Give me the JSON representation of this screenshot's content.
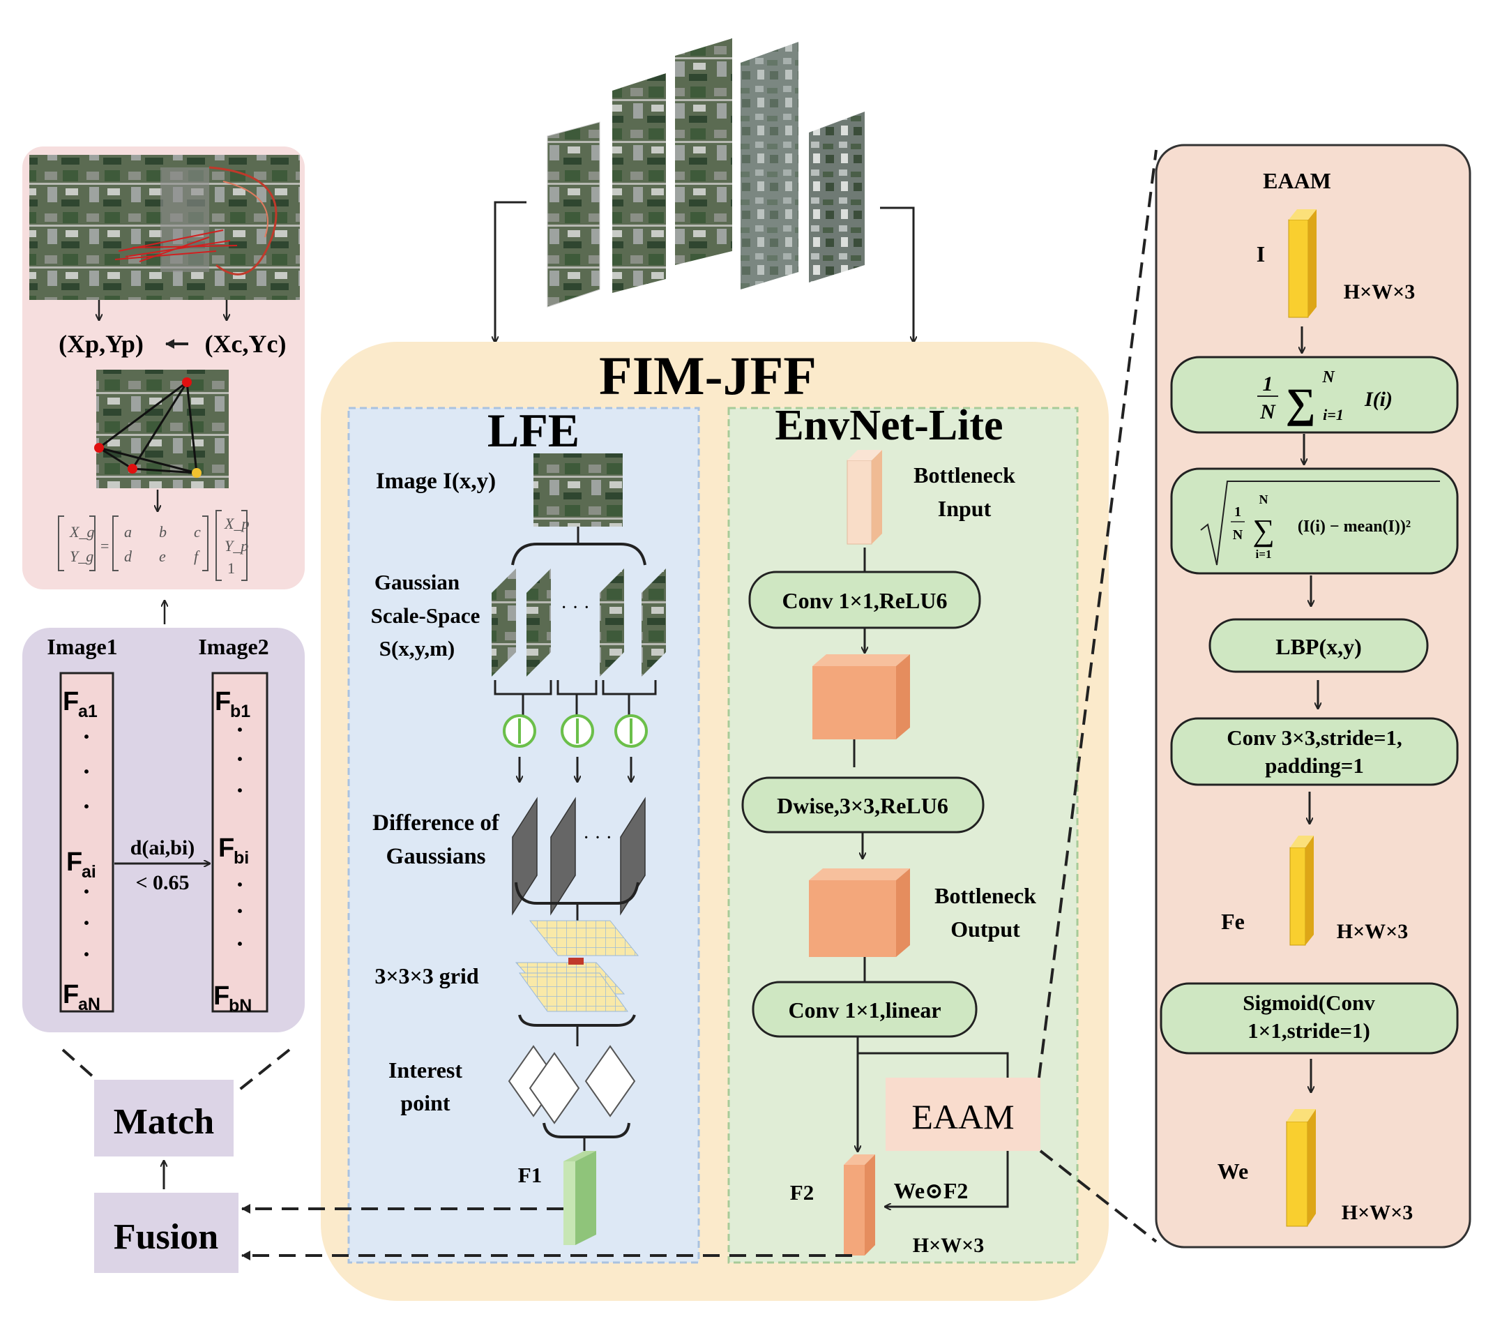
{
  "title": "FIM-JFF",
  "lfe": {
    "title": "LFE",
    "image_label": "Image I(x,y)",
    "gaussian_label": [
      "Gaussian",
      "Scale-Space",
      "S(x,y,m)"
    ],
    "dog_label": [
      "Difference of",
      "Gaussians"
    ],
    "grid_label": "3×3×3 grid",
    "interest_label": [
      "Interest",
      "point"
    ],
    "f1_label": "F1",
    "ellipsis": "· · ·"
  },
  "envnet": {
    "title": "EnvNet-Lite",
    "bottleneck_input": [
      "Bottleneck",
      "Input"
    ],
    "conv1": "Conv 1×1,ReLU6",
    "dwise": "Dwise,3×3,ReLU6",
    "bottleneck_output": [
      "Bottleneck",
      "Output"
    ],
    "conv_linear": "Conv 1×1,linear",
    "eaam": "EAAM",
    "f2_label": "F2",
    "we_f2": "We⊙F2",
    "dims": "H×W×3"
  },
  "eaam_panel": {
    "title": "EAAM",
    "input_label": "I",
    "input_dims": "H×W×3",
    "mean_formula": {
      "frac_num": "1",
      "frac_den": "N",
      "sum_top": "N",
      "sum_bottom": "i=1",
      "term": "I(i)"
    },
    "std_formula": {
      "frac_num": "1",
      "frac_den": "N",
      "sum_top": "N",
      "sum_bottom": "i=1",
      "term": "(I(i) − mean(I))²"
    },
    "lbp": "LBP(x,y)",
    "conv3": [
      "Conv 3×3,stride=1,",
      "padding=1"
    ],
    "fe_label": "Fe",
    "fe_dims": "H×W×3",
    "sigmoid": [
      "Sigmoid(Conv",
      "1×1,stride=1)"
    ],
    "we_label": "We",
    "we_dims": "H×W×3"
  },
  "left": {
    "coords": "(Xp,Yp)",
    "coords2": "(Xc,Yc)",
    "matrix": {
      "lhs": [
        "X_g",
        "Y_g"
      ],
      "m": [
        [
          "a",
          "b",
          "c"
        ],
        [
          "d",
          "e",
          "f"
        ]
      ],
      "rhs": [
        "X_p",
        "Y_p",
        "1"
      ]
    },
    "image1": "Image1",
    "image2": "Image2",
    "fa": [
      "F",
      "a1",
      "ai",
      "aN"
    ],
    "fb": [
      "F",
      "b1",
      "bi",
      "bN"
    ],
    "dist": [
      "d(ai,bi)",
      "< 0.65"
    ],
    "dots": "·",
    "match": "Match",
    "fusion": "Fusion"
  },
  "colors": {
    "fimjff_bg": "#fbeacb",
    "lfe_bg": "#dde8f5",
    "envnet_bg": "#e0edd6",
    "eaam_bg": "#f6ddd0",
    "left_top_bg": "#f6dede",
    "left_mid_bg": "#dcd4e6",
    "green_box": "#cfe7c2",
    "orange": "#f3a77b",
    "yellow": "#f9cf2f"
  }
}
